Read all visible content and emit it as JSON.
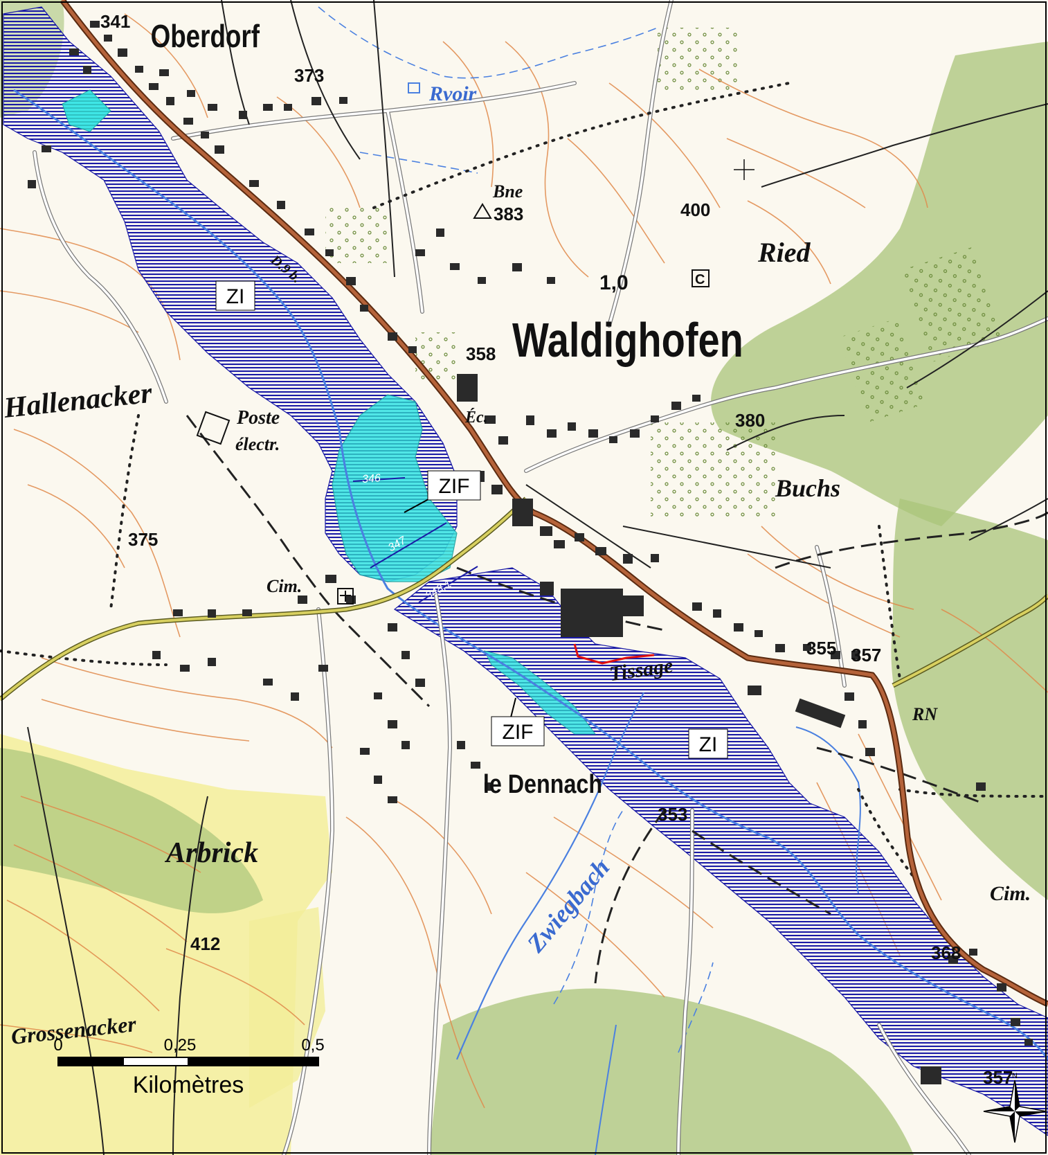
{
  "places": {
    "oberdorf": "Oberdorf",
    "waldighofen": "Waldighofen",
    "hallenacker": "Hallenacker",
    "poste": "Poste",
    "electr": "électr.",
    "ried": "Ried",
    "buchs": "Buchs",
    "arbrick": "Arbrick",
    "grossenacker": "Grossenacker",
    "le_dennach": "le Dennach",
    "tissage": "Tissage",
    "zwiegbach": "Zwiegbach",
    "rvoir": "Rvoir",
    "bne": "Bne",
    "cim_left": "Cim.",
    "cim_right": "Cim.",
    "ec": "Éc.",
    "rn": "RN",
    "d9b": "D.9 b.",
    "c_symbol": "C",
    "val_10": "1,0"
  },
  "spot_heights": [
    "341",
    "373",
    "383",
    "400",
    "358",
    "380",
    "375",
    "355",
    "357",
    "353",
    "368",
    "412",
    "357"
  ],
  "flood_elevations": [
    "346",
    "347",
    "348,1"
  ],
  "zones": {
    "zi_upper": "ZI",
    "zi_lower": "ZI",
    "zif_upper": "ZIF",
    "zif_lower": "ZIF"
  },
  "scale": {
    "ticks": [
      "0",
      "0,25",
      "0,5"
    ],
    "unit": "Kilomètres"
  },
  "north": "N",
  "colors": {
    "zi_hatch": "#1a1aa6",
    "zif_fill": "#3fe6e6",
    "road_main": "#a0522d",
    "road_secondary": "#c8c040",
    "water": "#4a80e0",
    "forest": "#9cb86e",
    "contour": "#e0894a",
    "building": "#2a2a2a",
    "red_limit": "#e01010"
  }
}
